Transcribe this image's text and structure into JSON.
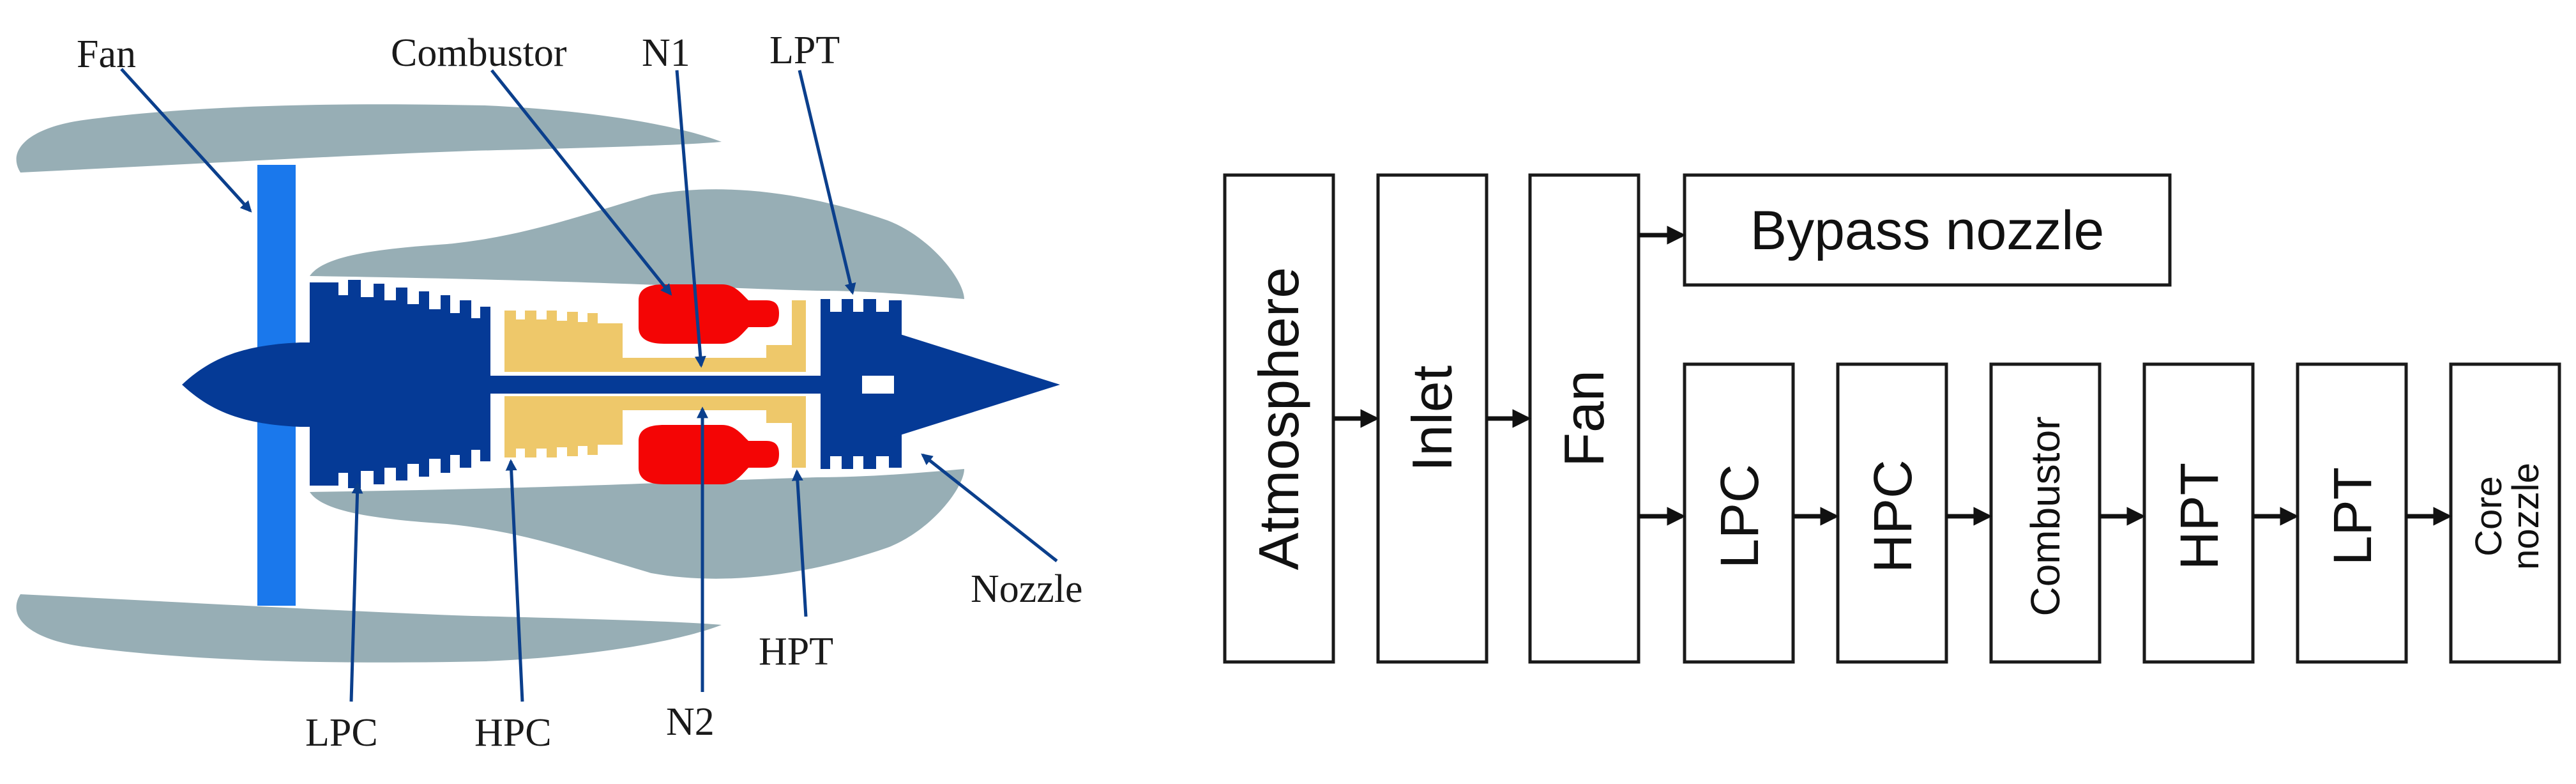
{
  "colors": {
    "nacelle": "#97aeb5",
    "fan_blade": "#1a78ec",
    "spool": "#053a96",
    "hp_spool": "#eec86a",
    "combustor": "#f40505",
    "leader_line": "#0b3f8c"
  },
  "engine_labels": {
    "fan": "Fan",
    "combustor": "Combustor",
    "n1": "N1",
    "lpt": "LPT",
    "nozzle": "Nozzle",
    "hpt": "HPT",
    "lpc": "LPC",
    "hpc": "HPC",
    "n2": "N2"
  },
  "flow_blocks": {
    "atmosphere": "Atmosphere",
    "inlet": "Inlet",
    "fan": "Fan",
    "bypass_nozzle": "Bypass nozzle",
    "lpc": "LPC",
    "hpc": "HPC",
    "combustor": "Combustor",
    "hpt": "HPT",
    "lpt": "LPT",
    "core_nozzle_line1": "Core",
    "core_nozzle_line2": "nozzle"
  }
}
